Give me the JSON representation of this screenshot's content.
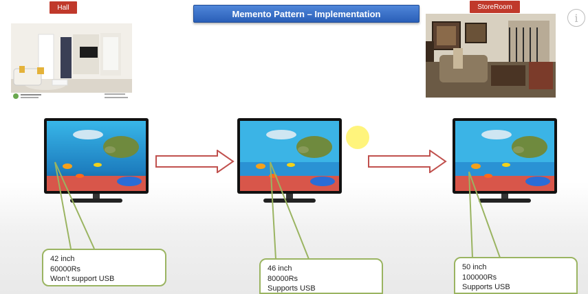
{
  "slide": {
    "title": "Memento Pattern – Implementation",
    "rooms": {
      "hall": "Hall",
      "storeroom": "StoreRoom"
    },
    "info_icon": "info-icon"
  },
  "tvs": [
    {
      "size": "42 inch",
      "price": "60000Rs",
      "usb": "Won’t support  USB"
    },
    {
      "size": "46 inch",
      "price": "80000Rs",
      "usb": "Supports USB"
    },
    {
      "size": "50 inch",
      "price": "100000Rs",
      "usb": "Supports USB"
    }
  ],
  "colors": {
    "title_bg": "#3a73cc",
    "room_tag": "#c0392b",
    "arrow_fill": "#ffffff",
    "arrow_stroke": "#c0504d",
    "box_border": "#9ab461",
    "pointer_line": "#9ab461"
  }
}
